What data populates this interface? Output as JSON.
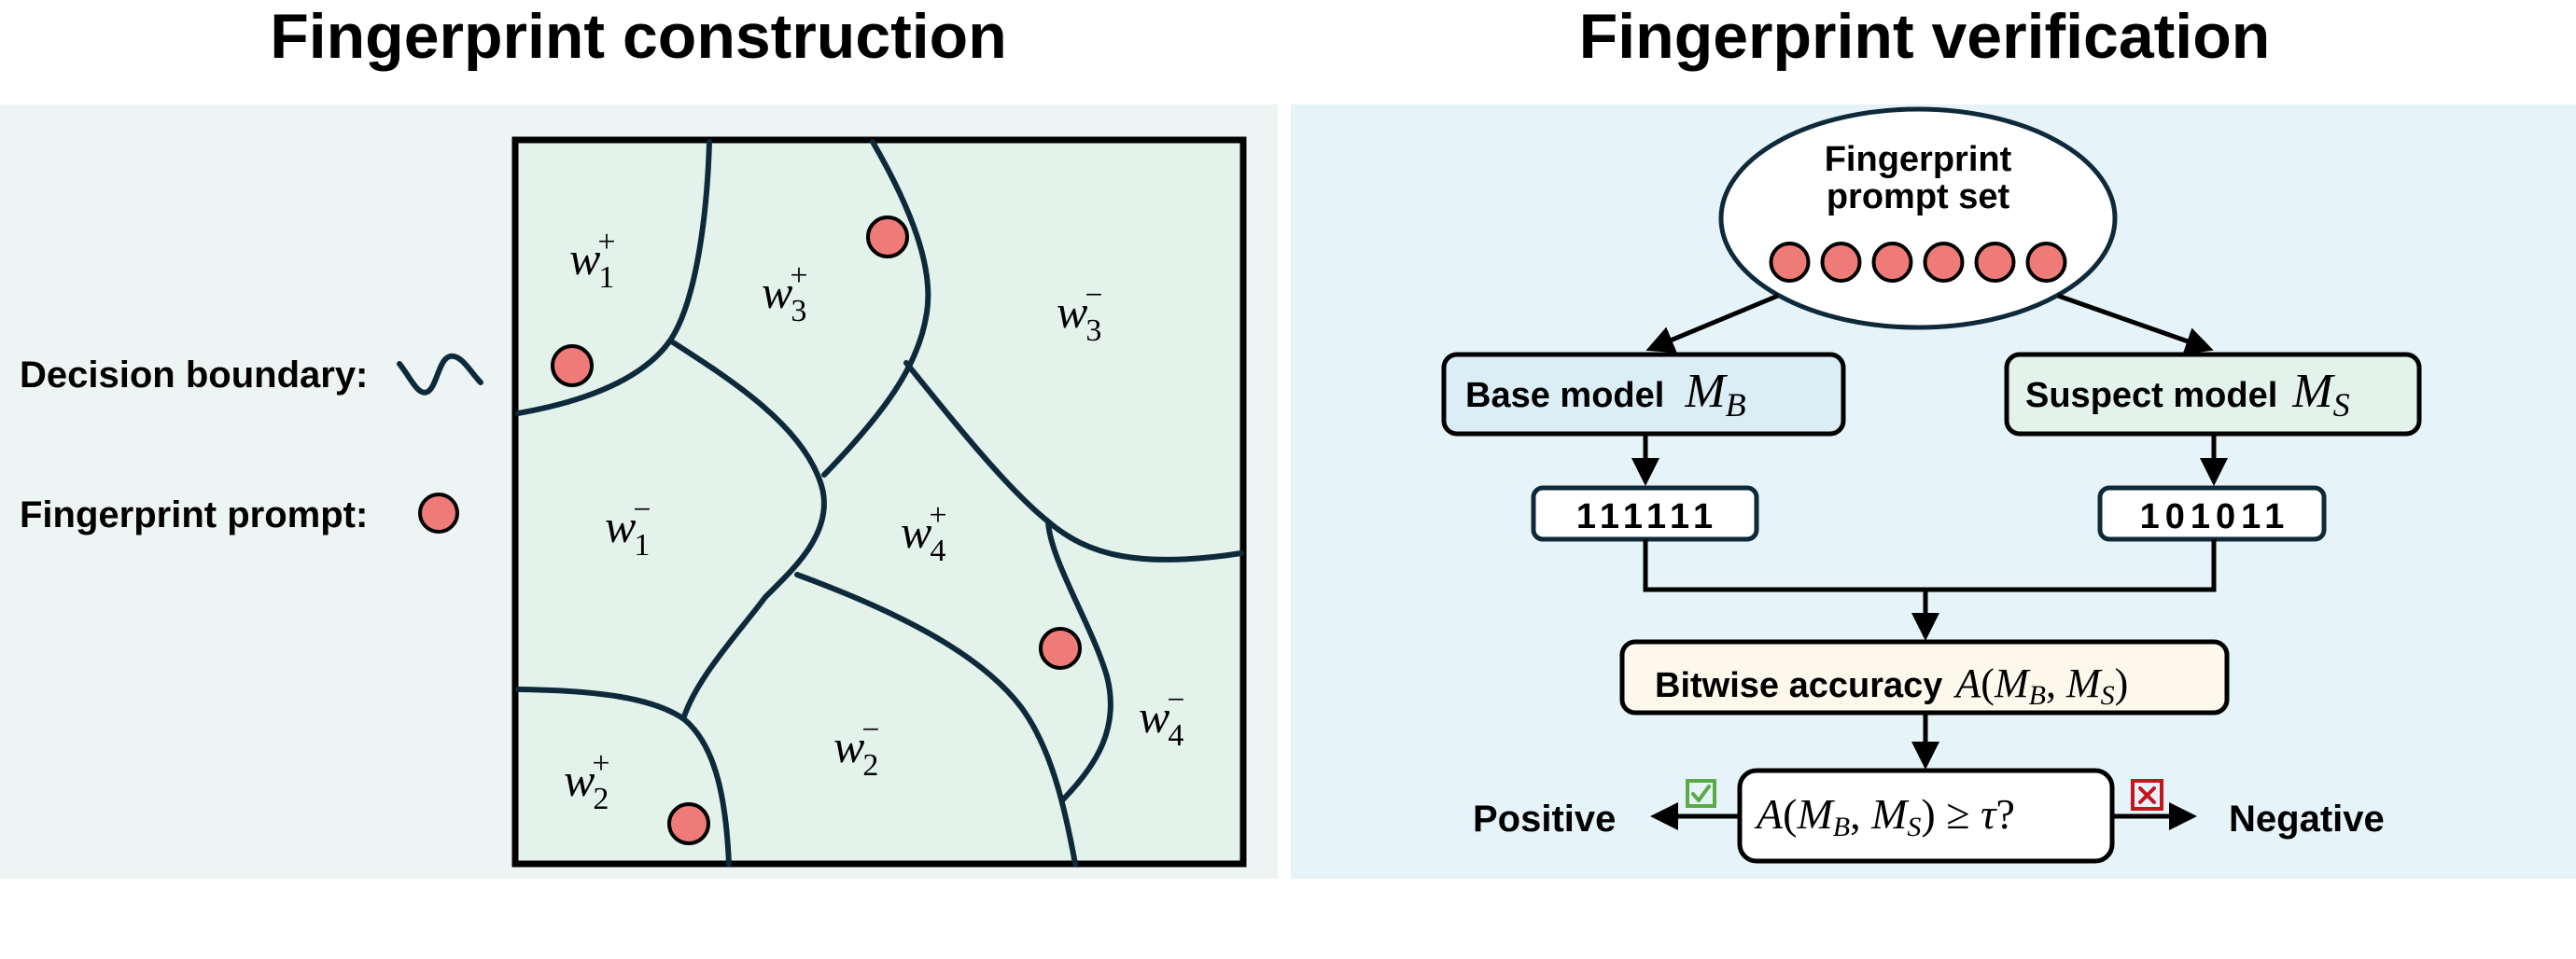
{
  "colors": {
    "construction_panel_bg": "#ecf5f3",
    "construction_box_fill": "#e4f2ec",
    "verification_panel_bg": "#e6f4f9",
    "prompt_dot": "#ee7b78",
    "boundary": "#0e2a3a",
    "base_model_fill": "#dbedf5",
    "suspect_model_fill": "#e4f2ec",
    "accuracy_fill": "#fcf9ec",
    "positive_icon": "#5aaa45",
    "negative_icon": "#c4161c"
  },
  "construction": {
    "title": "Fingerprint construction",
    "legend": {
      "decision_boundary_label": "Decision boundary:",
      "fingerprint_prompt_label": "Fingerprint prompt:"
    },
    "regions": [
      {
        "var": "w",
        "sub": "1",
        "sign": "+"
      },
      {
        "var": "w",
        "sub": "3",
        "sign": "+"
      },
      {
        "var": "w",
        "sub": "3",
        "sign": "−"
      },
      {
        "var": "w",
        "sub": "1",
        "sign": "−"
      },
      {
        "var": "w",
        "sub": "4",
        "sign": "+"
      },
      {
        "var": "w",
        "sub": "4",
        "sign": "−"
      },
      {
        "var": "w",
        "sub": "2",
        "sign": "−"
      },
      {
        "var": "w",
        "sub": "2",
        "sign": "+"
      }
    ],
    "prompt_count": 4
  },
  "verification": {
    "title": "Fingerprint verification",
    "prompt_set": {
      "line1": "Fingerprint",
      "line2": "prompt set",
      "count": 6
    },
    "base_model": {
      "label": "Base model",
      "symbol": "M",
      "sub": "B",
      "bits": "111111"
    },
    "suspect_model": {
      "label": "Suspect model",
      "symbol": "M",
      "sub": "S",
      "bits": "101011"
    },
    "accuracy": {
      "label": "Bitwise accuracy",
      "formula": {
        "fn": "A",
        "open": "(",
        "m1": "M",
        "s1": "B",
        "comma": ", ",
        "m2": "M",
        "s2": "S",
        "close": ")"
      }
    },
    "threshold": {
      "formula": {
        "fn": "A",
        "open": "(",
        "m1": "M",
        "s1": "B",
        "comma": ", ",
        "m2": "M",
        "s2": "S",
        "close": ")",
        "op": " ≥ ",
        "tau": "τ",
        "q": "?"
      }
    },
    "positive_label": "Positive",
    "negative_label": "Negative",
    "positive_icon": "check-box-icon",
    "negative_icon": "cross-box-icon"
  }
}
